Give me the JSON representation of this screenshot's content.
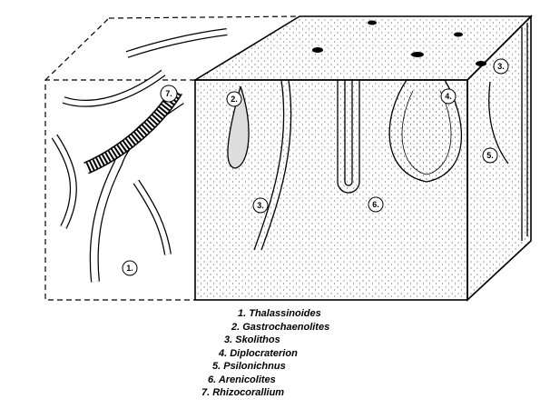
{
  "labels": {
    "l1": "1.",
    "l2": "2.",
    "l3a": "3.",
    "l3b": "3.",
    "l4": "4.",
    "l5": "5.",
    "l6": "6.",
    "l7": "7."
  },
  "legend": [
    "1. Thalassinoides",
    "2. Gastrochaenolites",
    "3. Skolithos",
    "4. Diplocraterion",
    "5. Psilonichnus",
    "6. Arenicolites",
    "7. Rhizocorallium"
  ]
}
